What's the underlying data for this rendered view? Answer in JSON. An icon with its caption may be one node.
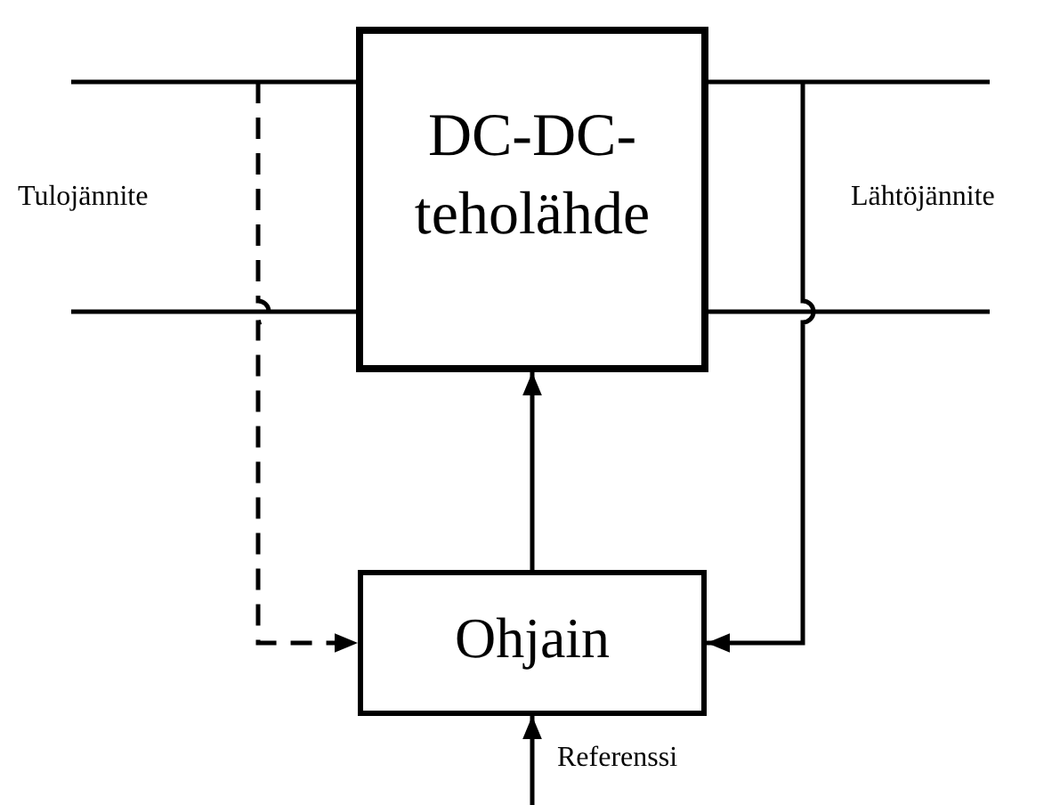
{
  "diagram": {
    "nodes": [
      {
        "text": [
          "DC-DC- teholähde"
        ]
      },
      {
        "text": [
          "Ohjain"
        ]
      }
    ],
    "edges": [
      {
        "from": null,
        "to": 0,
        "arrow": "none"
      },
      {
        "from": null,
        "to": 0,
        "arrow": "none"
      },
      {
        "from": 0,
        "to": null,
        "arrow": "none"
      },
      {
        "from": 0,
        "to": null,
        "arrow": "none"
      },
      {
        "from": 1,
        "to": 0,
        "arrow": "to"
      },
      {
        "from": null,
        "to": 1,
        "arrow": "to",
        "style": "dashed"
      },
      {
        "from": null,
        "to": 1,
        "arrow": "to"
      },
      {
        "from": null,
        "to": 1,
        "arrow": "to",
        "label": "Referenssi"
      }
    ],
    "labels": [
      "Tulojännite",
      "Lähtöjännite"
    ]
  }
}
